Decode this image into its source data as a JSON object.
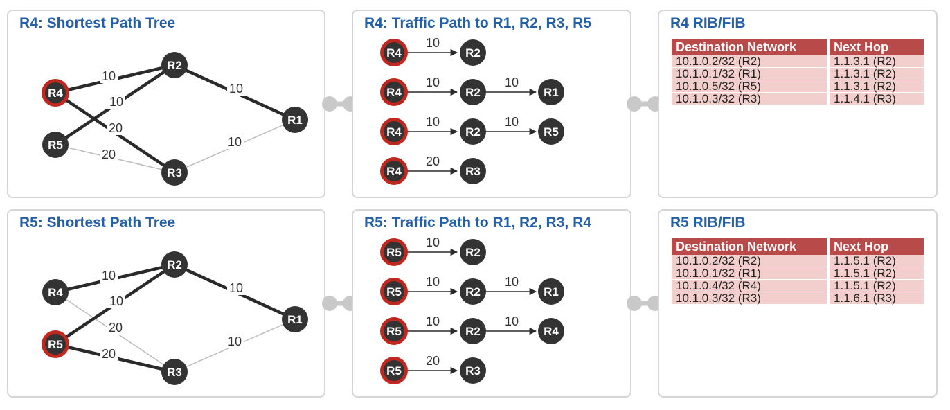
{
  "rows": [
    {
      "spt_title": "R4: Shortest Path Tree",
      "traffic_title": "R4: Traffic Path to R1, R2, R3, R5",
      "rib_title": "R4 RIB/FIB",
      "graph": {
        "source": "R4",
        "nodes": [
          "R4",
          "R5",
          "R2",
          "R3",
          "R1"
        ],
        "edges": [
          {
            "from": "R4",
            "to": "R2",
            "label": "10",
            "bold": true
          },
          {
            "from": "R5",
            "to": "R2",
            "label": "10",
            "bold": true
          },
          {
            "from": "R4",
            "to": "R3",
            "label": "20",
            "bold": true
          },
          {
            "from": "R5",
            "to": "R3",
            "label": "20",
            "bold": false
          },
          {
            "from": "R2",
            "to": "R1",
            "label": "10",
            "bold": true
          },
          {
            "from": "R3",
            "to": "R1",
            "label": "10",
            "bold": false
          }
        ]
      },
      "paths": [
        {
          "src": "R4",
          "w1": "10",
          "hop": "R2",
          "w2": "",
          "dst": ""
        },
        {
          "src": "R4",
          "w1": "10",
          "hop": "R2",
          "w2": "10",
          "dst": "R1"
        },
        {
          "src": "R4",
          "w1": "10",
          "hop": "R2",
          "w2": "10",
          "dst": "R5"
        },
        {
          "src": "R4",
          "w1": "20",
          "hop": "R3",
          "w2": "",
          "dst": ""
        }
      ],
      "rib": {
        "headers": [
          "Destination Network",
          "Next Hop"
        ],
        "rows": [
          [
            "10.1.0.2/32 (R2)",
            "1.1.3.1 (R2)"
          ],
          [
            "10.1.0.1/32 (R1)",
            "1.1.3.1 (R2)"
          ],
          [
            "10.1.0.5/32 (R5)",
            "1.1.3.1 (R2)"
          ],
          [
            "10.1.0.3/32 (R3)",
            "1.1.4.1 (R3)"
          ]
        ]
      }
    },
    {
      "spt_title": "R5: Shortest Path Tree",
      "traffic_title": "R5: Traffic Path to R1, R2, R3, R4",
      "rib_title": "R5 RIB/FIB",
      "graph": {
        "source": "R5",
        "nodes": [
          "R4",
          "R5",
          "R2",
          "R3",
          "R1"
        ],
        "edges": [
          {
            "from": "R4",
            "to": "R2",
            "label": "10",
            "bold": true
          },
          {
            "from": "R5",
            "to": "R2",
            "label": "10",
            "bold": true
          },
          {
            "from": "R4",
            "to": "R3",
            "label": "20",
            "bold": false
          },
          {
            "from": "R5",
            "to": "R3",
            "label": "20",
            "bold": true
          },
          {
            "from": "R2",
            "to": "R1",
            "label": "10",
            "bold": true
          },
          {
            "from": "R3",
            "to": "R1",
            "label": "10",
            "bold": false
          }
        ]
      },
      "paths": [
        {
          "src": "R5",
          "w1": "10",
          "hop": "R2",
          "w2": "",
          "dst": ""
        },
        {
          "src": "R5",
          "w1": "10",
          "hop": "R2",
          "w2": "10",
          "dst": "R1"
        },
        {
          "src": "R5",
          "w1": "10",
          "hop": "R2",
          "w2": "10",
          "dst": "R4"
        },
        {
          "src": "R5",
          "w1": "20",
          "hop": "R3",
          "w2": "",
          "dst": ""
        }
      ],
      "rib": {
        "headers": [
          "Destination Network",
          "Next Hop"
        ],
        "rows": [
          [
            "10.1.0.2/32 (R2)",
            "1.1.5.1 (R2)"
          ],
          [
            "10.1.0.1/32 (R1)",
            "1.1.5.1 (R2)"
          ],
          [
            "10.1.0.4/32 (R4)",
            "1.1.5.1 (R2)"
          ],
          [
            "10.1.0.3/32 (R3)",
            "1.1.6.1 (R3)"
          ]
        ]
      }
    }
  ],
  "colors": {
    "title": "#2460a7",
    "node_fill": "#333333",
    "source_ring": "#c0281f",
    "table_header": "#b94a4a",
    "table_cell": "#f2cfcd",
    "connector": "#c9c9c9"
  }
}
